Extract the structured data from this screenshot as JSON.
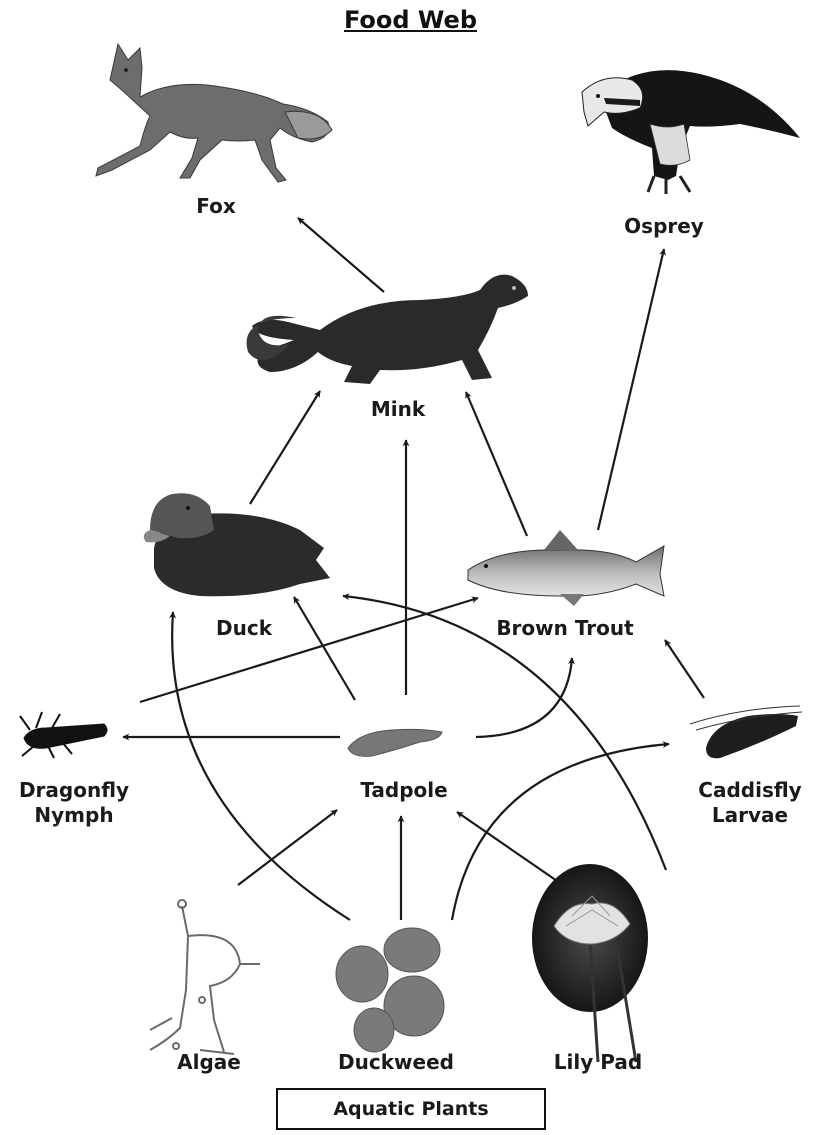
{
  "title": "Food Web",
  "organisms": {
    "fox": "Fox",
    "osprey": "Osprey",
    "mink": "Mink",
    "duck": "Duck",
    "brown_trout": "Brown Trout",
    "dragonfly_nymph_1": "Dragonfly",
    "dragonfly_nymph_2": "Nymph",
    "tadpole": "Tadpole",
    "caddisfly_larvae_1": "Caddisfly",
    "caddisfly_larvae_2": "Larvae",
    "algae": "Algae",
    "duckweed": "Duckweed",
    "lily_pad": "Lily Pad"
  },
  "group_label": "Aquatic Plants",
  "energy_flow": [
    [
      "Mink",
      "Fox"
    ],
    [
      "Brown Trout",
      "Osprey"
    ],
    [
      "Duck",
      "Mink"
    ],
    [
      "Tadpole",
      "Mink"
    ],
    [
      "Brown Trout",
      "Mink"
    ],
    [
      "Tadpole",
      "Duck"
    ],
    [
      "Duckweed",
      "Duck"
    ],
    [
      "Lily Pad",
      "Duck"
    ],
    [
      "Dragonfly Nymph",
      "Brown Trout"
    ],
    [
      "Tadpole",
      "Brown Trout"
    ],
    [
      "Caddisfly Larvae",
      "Brown Trout"
    ],
    [
      "Tadpole",
      "Dragonfly Nymph"
    ],
    [
      "Algae",
      "Tadpole"
    ],
    [
      "Duckweed",
      "Tadpole"
    ],
    [
      "Lily Pad",
      "Tadpole"
    ],
    [
      "Duckweed",
      "Caddisfly Larvae"
    ]
  ]
}
